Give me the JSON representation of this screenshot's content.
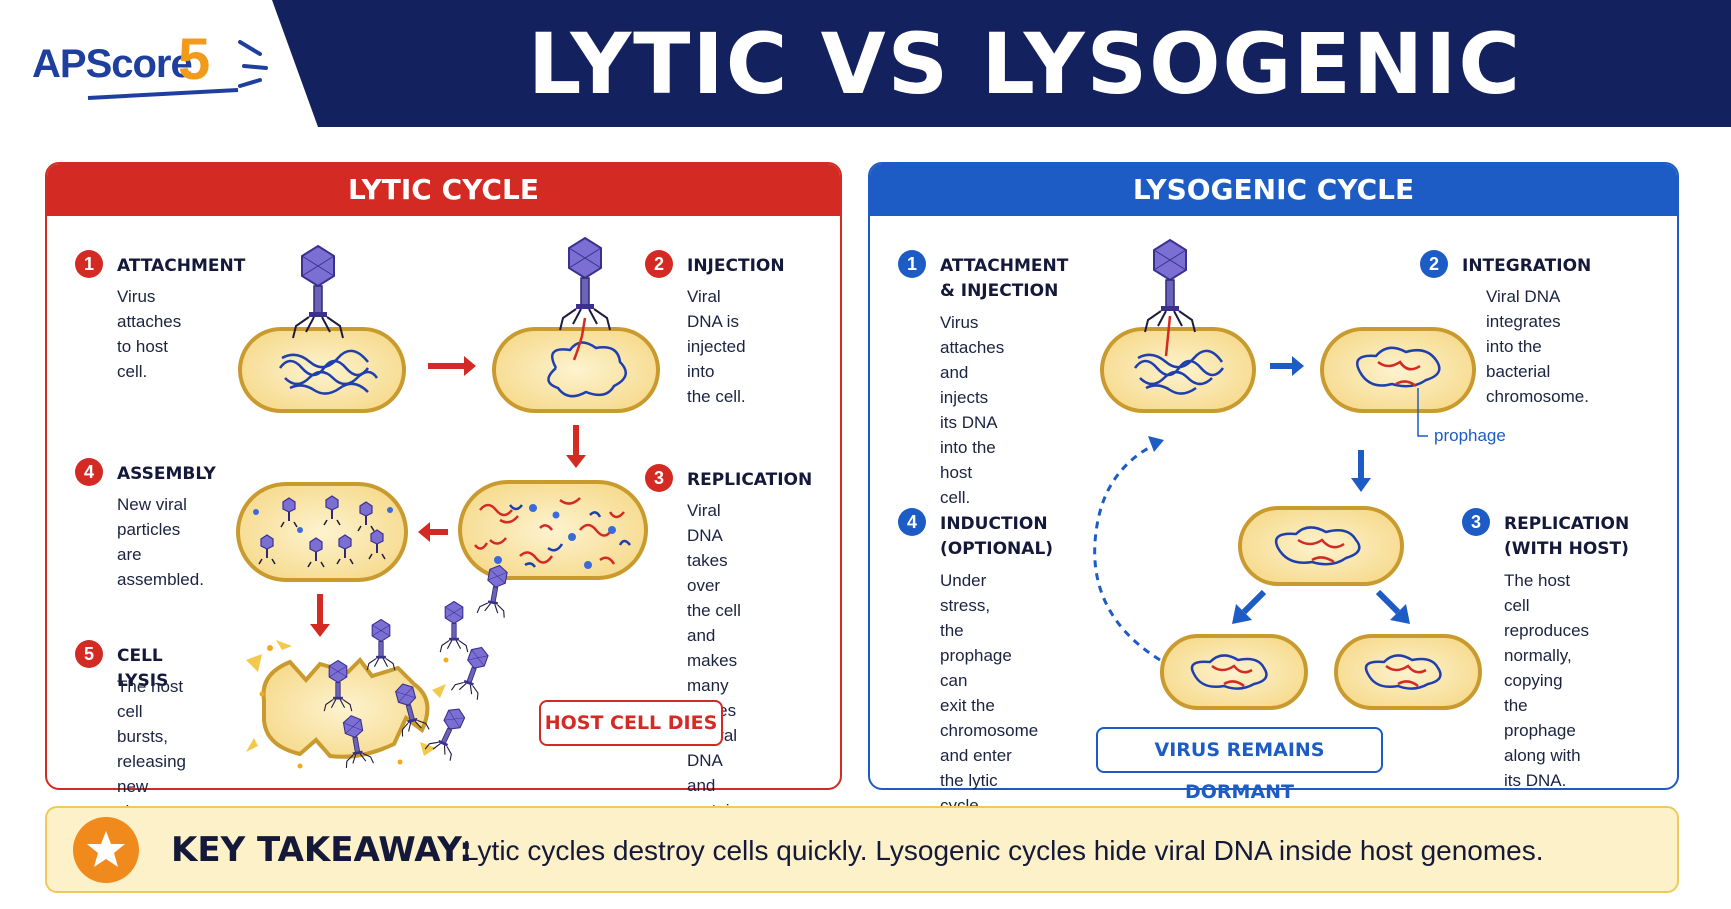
{
  "header": {
    "title": "LYTIC VS LYSOGENIC CYCLES",
    "logo_text": "APScore",
    "logo_number": "5",
    "navy": "#13215e",
    "orange": "#f29b1b"
  },
  "lytic": {
    "heading": "LYTIC CYCLE",
    "color": "#d42a24",
    "steps": [
      {
        "number": "1",
        "title": "ATTACHMENT",
        "description": "Virus attaches\nto host cell."
      },
      {
        "number": "2",
        "title": "INJECTION",
        "description": "Viral DNA is\ninjected into\nthe cell."
      },
      {
        "number": "3",
        "title": "REPLICATION",
        "description": "Viral DNA takes over\nthe cell and makes\nmany copies of viral\nDNA and proteins."
      },
      {
        "number": "4",
        "title": "ASSEMBLY",
        "description": "New viral\nparticles are\nassembled."
      },
      {
        "number": "5",
        "title": "CELL LYSIS",
        "description": "The host cell\nbursts, releasing\nnew viruses."
      }
    ],
    "outcome": "HOST CELL DIES"
  },
  "lysogenic": {
    "heading": "LYSOGENIC CYCLE",
    "color": "#1d5cc4",
    "steps": [
      {
        "number": "1",
        "title": "ATTACHMENT\n& INJECTION",
        "description": "Virus attaches and\ninjects its DNA\ninto the host cell."
      },
      {
        "number": "2",
        "title": "INTEGRATION",
        "description": "Viral DNA integrates\ninto the bacterial\n chromosome."
      },
      {
        "number": "3",
        "title": "REPLICATION\n(WITH HOST)",
        "description": "The host cell\nreproduces normally,\ncopying the prophage\nalong with its DNA."
      },
      {
        "number": "4",
        "title": "INDUCTION\n(OPTIONAL)",
        "description": "Under stress,\nthe prophage can\nexit the chromosome\nand enter the lytic\ncycle."
      }
    ],
    "prophage_label": "prophage",
    "outcome": "VIRUS REMAINS DORMANT"
  },
  "takeaway": {
    "label": "KEY TAKEAWAY:",
    "text": "Lytic cycles destroy cells quickly.  Lysogenic cycles hide viral DNA inside host genomes."
  },
  "icons": [
    "bacteriophage-icon",
    "bacterial-cell-icon",
    "star-icon",
    "arrow-icon"
  ]
}
